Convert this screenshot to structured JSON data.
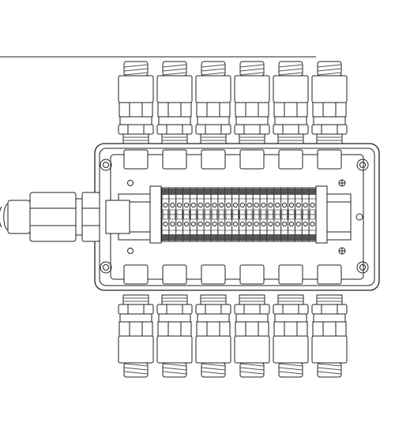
{
  "drawing": {
    "subject": "junction-box-with-terminal-block",
    "line_color": "#222222",
    "fill_color": "#ffffff",
    "hatch_color": "#555555",
    "top_glands": 6,
    "bottom_glands": 6,
    "side_glands": 1,
    "terminals": 22,
    "corner_screws": 4,
    "earth_symbols": 2
  }
}
